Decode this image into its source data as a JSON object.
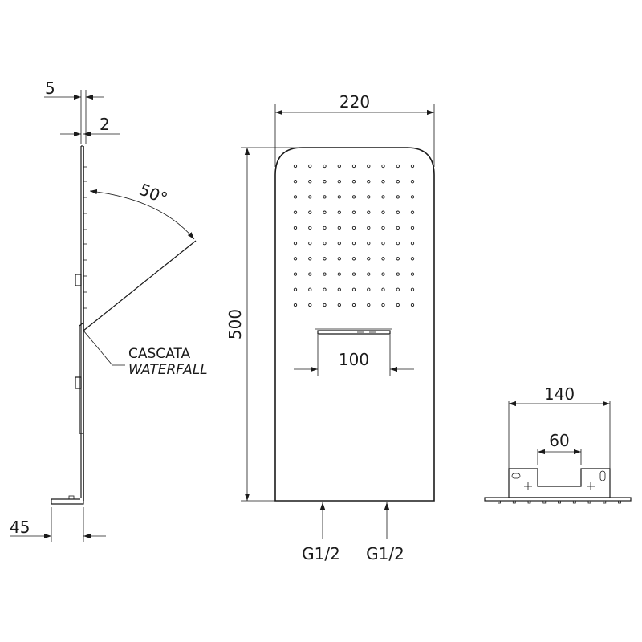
{
  "dimensions": {
    "side_top": "5",
    "side_second": "2",
    "angle": "50°",
    "side_bottom": "45",
    "front_width": "220",
    "front_height": "500",
    "spout_width": "100",
    "bracket_width": "140",
    "bracket_inner": "60"
  },
  "labels": {
    "cascata": "CASCATA",
    "waterfall": "WATERFALL",
    "inlet_left": "G1/2",
    "inlet_right": "G1/2"
  },
  "nozzle_grid": {
    "columns": 9,
    "rows": 10
  }
}
